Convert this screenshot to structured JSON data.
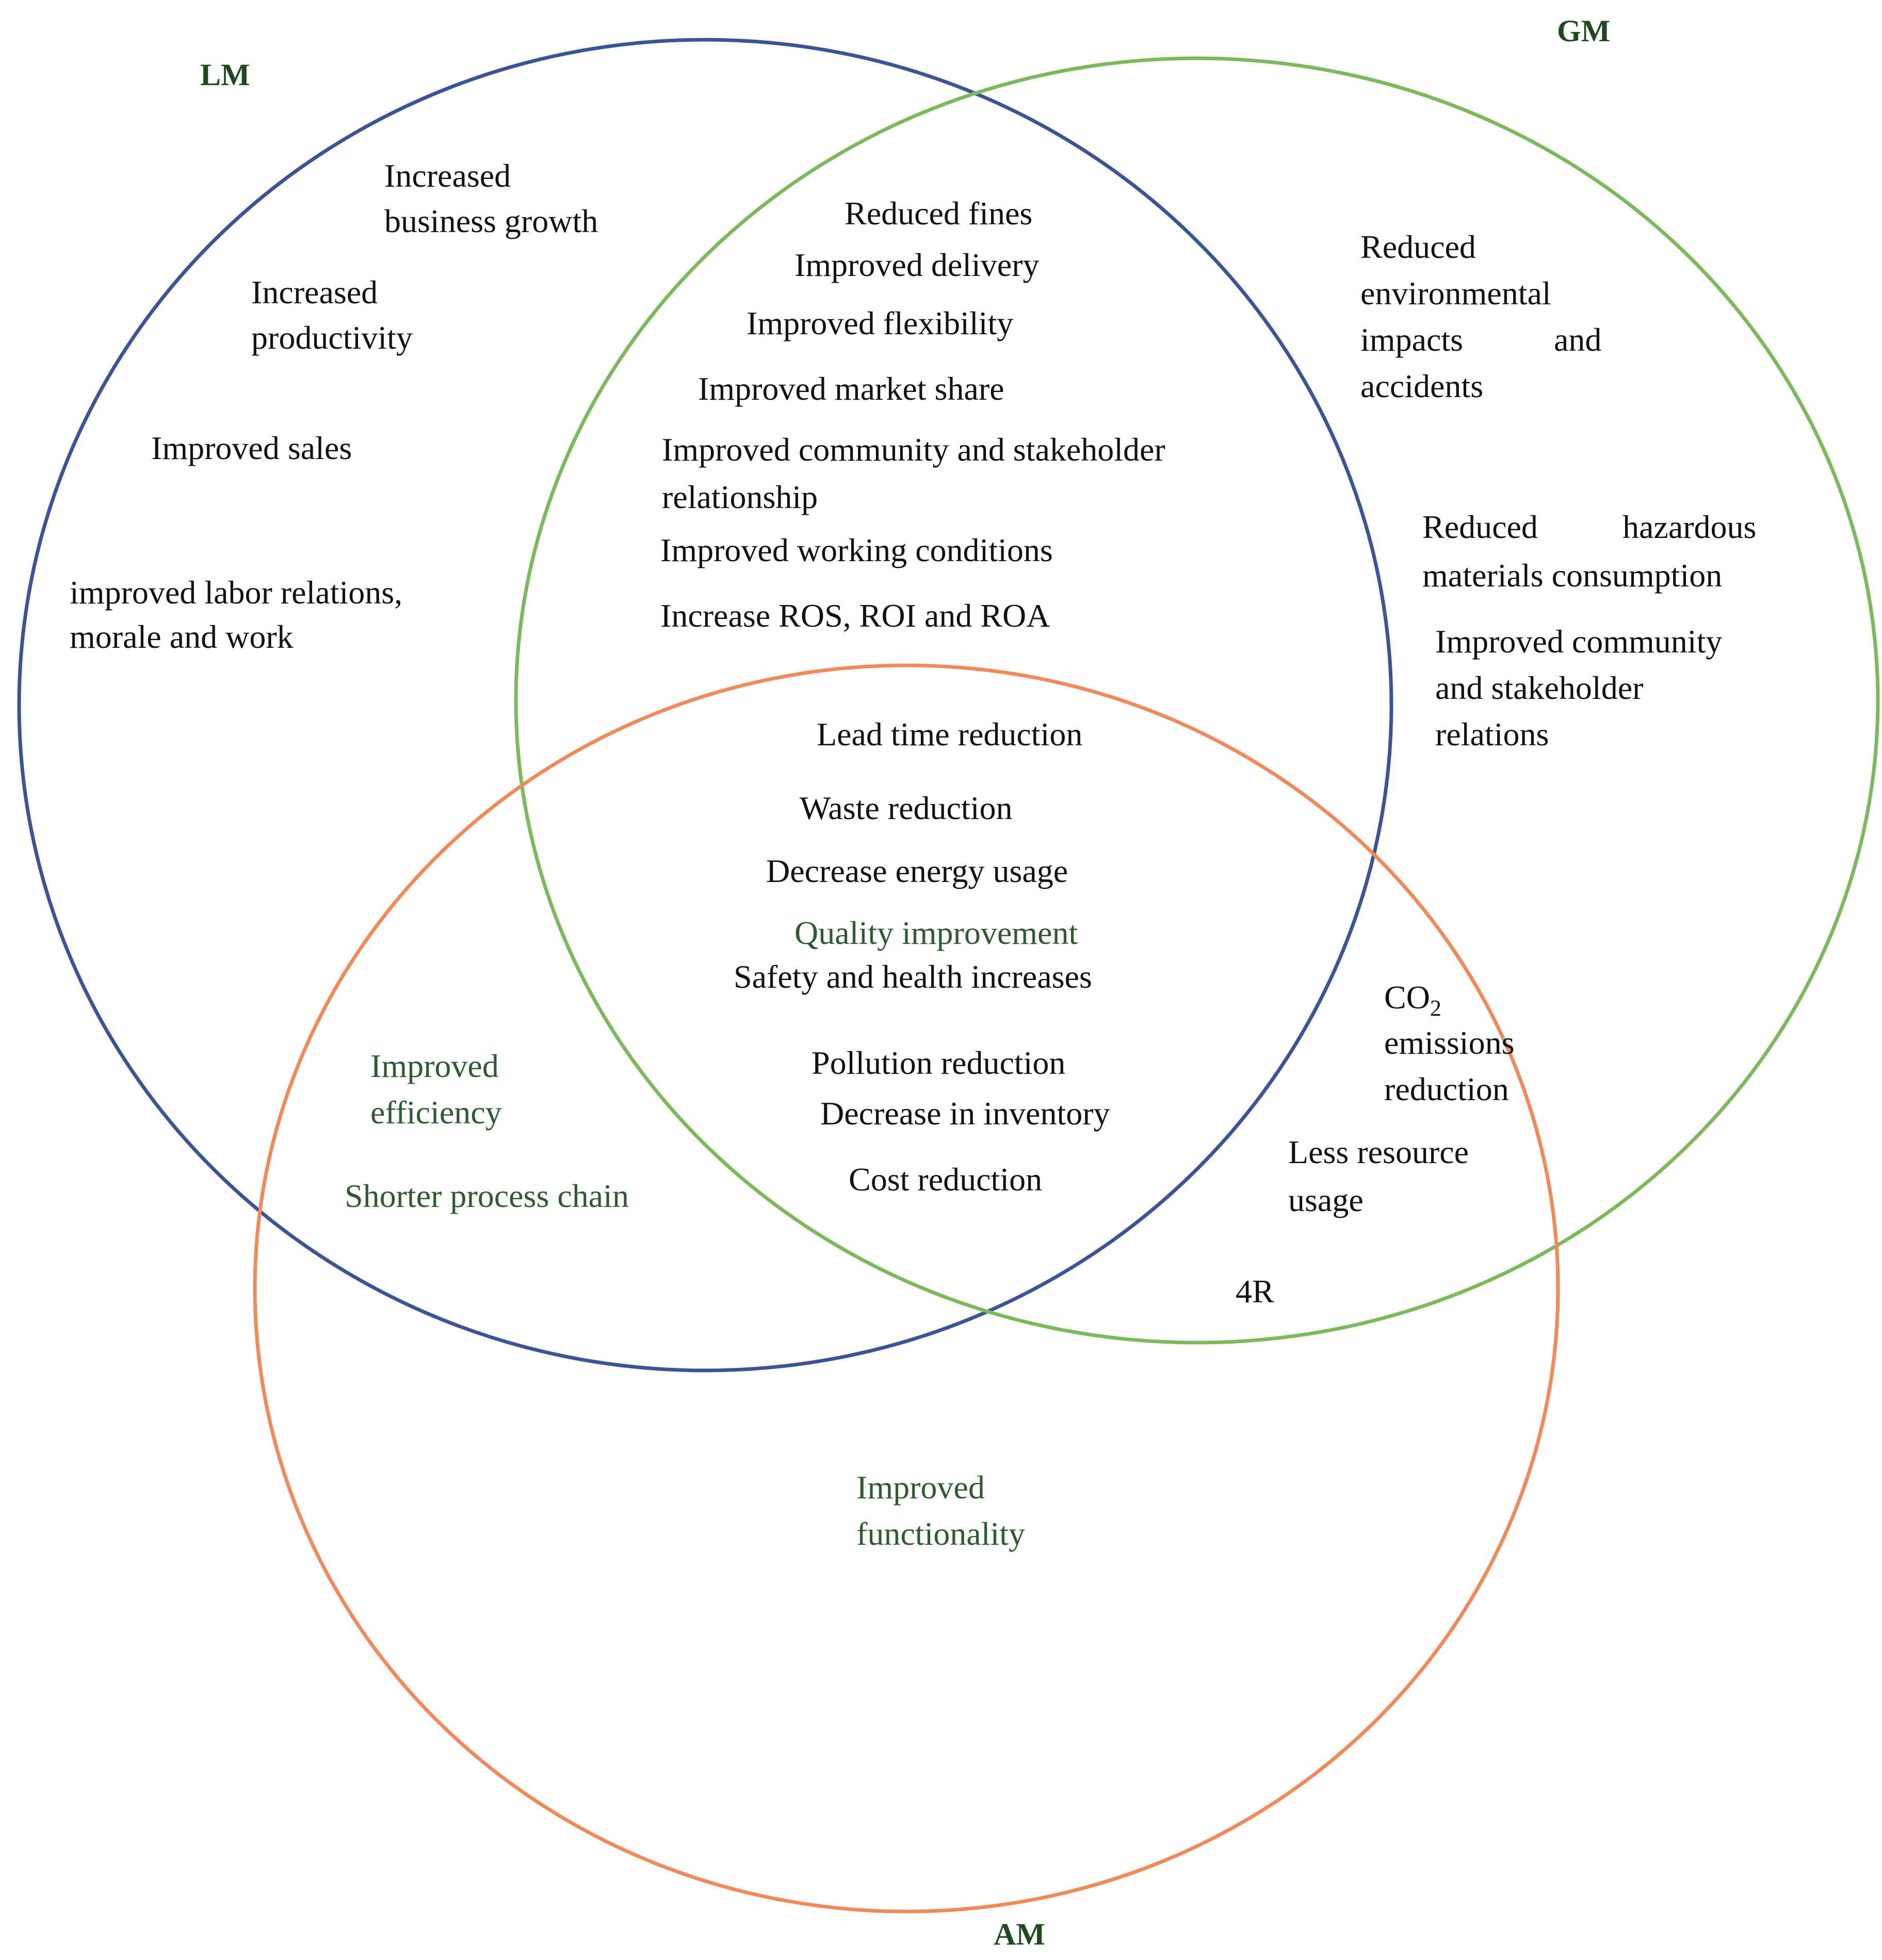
{
  "colors": {
    "lm": "#3c5396",
    "gm": "#7cb95c",
    "am": "#f08a5a",
    "text": "#111111",
    "text_green": "#2f5a2f",
    "label": "#1f4a1f"
  },
  "sets": {
    "lm": "LM",
    "gm": "GM",
    "am": "AM"
  },
  "regions": {
    "lm_only": [
      "Increased",
      "business growth",
      "Increased",
      "productivity",
      "Improved sales",
      "improved labor relations,",
      "morale and work"
    ],
    "gm_only": [
      "Reduced",
      "environmental",
      "impacts",
      "and",
      "accidents",
      "Reduced",
      "hazardous",
      "materials consumption",
      "Improved community",
      "and stakeholder",
      "relations"
    ],
    "lm_gm": [
      "Reduced fines",
      "Improved delivery",
      "Improved flexibility",
      "Improved market share",
      "Improved community and stakeholder",
      "relationship",
      "Improved working conditions",
      "Increase ROS, ROI and ROA"
    ],
    "lm_gm_am": [
      "Lead time reduction",
      "Waste reduction",
      "Decrease energy usage",
      "Quality improvement",
      "Safety and health increases",
      "Pollution reduction",
      "Decrease in inventory",
      "Cost reduction"
    ],
    "lm_am": [
      "Improved",
      "efficiency",
      "Shorter process chain"
    ],
    "gm_am": [
      "CO",
      "2",
      "emissions",
      "reduction",
      "Less resource",
      "usage",
      "4R"
    ],
    "am_only": [
      "Improved",
      "functionality"
    ]
  }
}
